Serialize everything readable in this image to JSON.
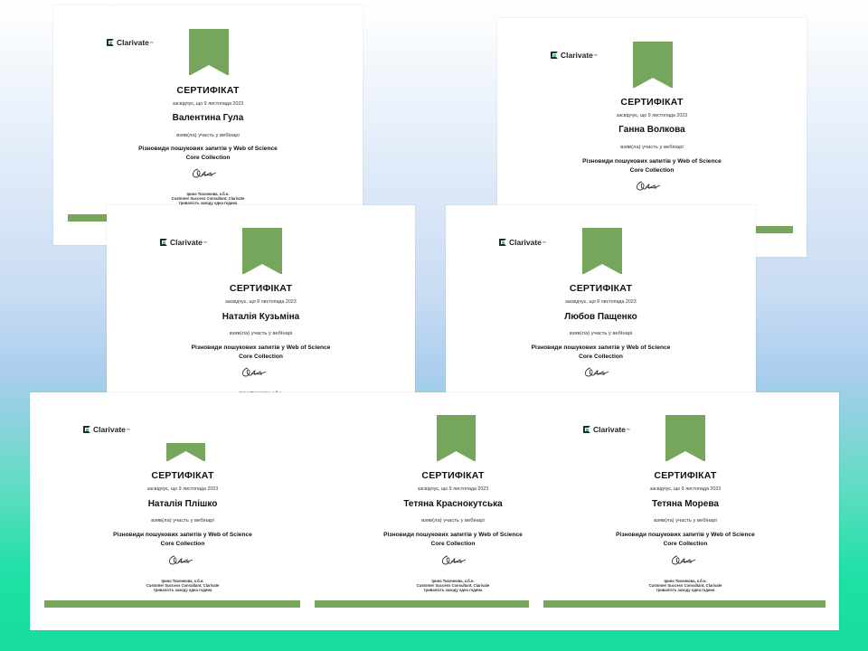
{
  "brand": "Clarivate",
  "cert_common": {
    "title": "СЕРТИФІКАТ",
    "certifies": "засвідчує, що 9 листопада 2023",
    "participation": "взяв(ла) участь у вебінарі",
    "topic_line1": "Різновиди пошукових запитів у Web of Science",
    "topic_line2": "Core Collection",
    "signer_name": "Ірина Тихонкова, к.б.н.",
    "signer_role": "Customer Success Consultant, Clarivate",
    "duration": "тривалість заходу одна година"
  },
  "certificates": [
    {
      "name": "Валентина Гула"
    },
    {
      "name": "Ганна Волкова"
    },
    {
      "name": "Наталія Кузьміна"
    },
    {
      "name": "Любов Пащенко"
    },
    {
      "name": "Наталія Плішко"
    },
    {
      "name": "Тетяна Краснокутська"
    },
    {
      "name": "Тетяна Морева"
    }
  ],
  "colors": {
    "accent": "#76a65b"
  }
}
